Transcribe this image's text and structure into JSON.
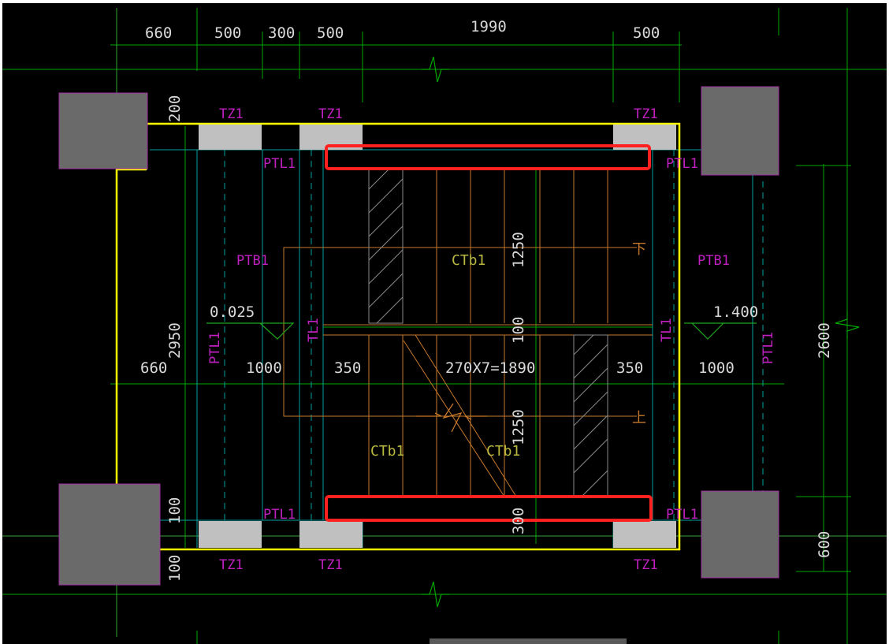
{
  "colors": {
    "background": "#000000",
    "frame": "#ffffff",
    "outline": "#ffff00",
    "highlight": "#ff2020",
    "grid": "#00b000",
    "axis": "#1fa51f",
    "cyan": "#00b0b0",
    "magenta": "#c020c0",
    "stair": "#c8782a",
    "column": "#6a6a6a",
    "pad": "#c0c0c0"
  },
  "dims": {
    "top": [
      "660",
      "500",
      "300",
      "500",
      "1990",
      "500"
    ],
    "mid": [
      "660",
      "1000",
      "350",
      "270X7=1890",
      "350",
      "1000"
    ],
    "left": [
      "200",
      "2950",
      "100",
      "100"
    ],
    "right": [
      "2600",
      "600"
    ],
    "flight": [
      "1250",
      "100",
      "1250",
      "300"
    ]
  },
  "levels": {
    "left": "0.025",
    "right": "1.400"
  },
  "labels": {
    "tz": "TZ1",
    "ptl": "PTL1",
    "ptb": "PTB1",
    "tl": "TL1",
    "ctb": "CTb1",
    "up": "上",
    "down": "下"
  },
  "icons": {
    "break": "break-line-icon",
    "arrow": "flight-arrow-icon",
    "level": "level-marker-icon"
  }
}
